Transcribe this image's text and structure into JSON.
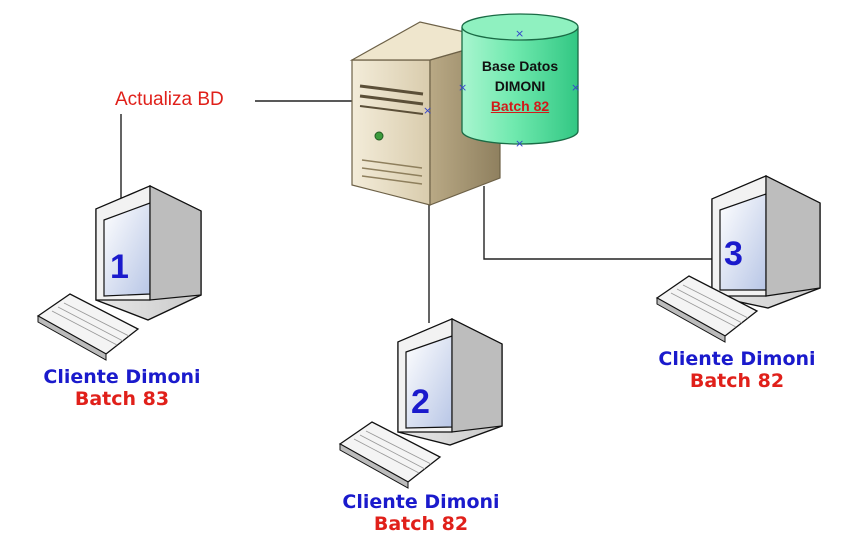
{
  "update_label": "Actualiza BD",
  "database": {
    "line1": "Base Datos",
    "line2": "DIMONI",
    "batch": "Batch 82",
    "fill_color": "#5fe8a6"
  },
  "clients": [
    {
      "number": "1",
      "name": "Cliente Dimoni",
      "batch": "Batch 83"
    },
    {
      "number": "2",
      "name": "Cliente Dimoni",
      "batch": "Batch 82"
    },
    {
      "number": "3",
      "name": "Cliente Dimoni",
      "batch": "Batch 82"
    }
  ],
  "colors": {
    "client_label": "#1a1acc",
    "batch_label": "#e0201a",
    "connector": "#222222"
  }
}
